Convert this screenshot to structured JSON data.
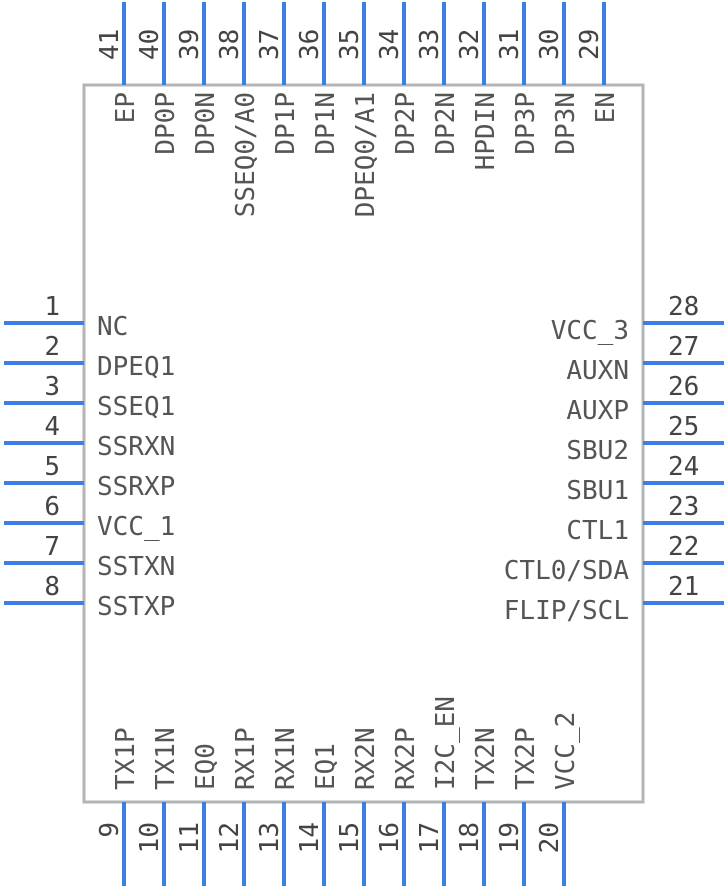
{
  "colors": {
    "pin": "#3d7ee6",
    "body_border": "#b5b5b5",
    "text": "#555555"
  },
  "left_pins": [
    {
      "num": "1",
      "label": "NC"
    },
    {
      "num": "2",
      "label": "DPEQ1"
    },
    {
      "num": "3",
      "label": "SSEQ1"
    },
    {
      "num": "4",
      "label": "SSRXN"
    },
    {
      "num": "5",
      "label": "SSRXP"
    },
    {
      "num": "6",
      "label": "VCC_1"
    },
    {
      "num": "7",
      "label": "SSTXN"
    },
    {
      "num": "8",
      "label": "SSTXP"
    }
  ],
  "right_pins": [
    {
      "num": "28",
      "label": "VCC_3"
    },
    {
      "num": "27",
      "label": "AUXN"
    },
    {
      "num": "26",
      "label": "AUXP"
    },
    {
      "num": "25",
      "label": "SBU2"
    },
    {
      "num": "24",
      "label": "SBU1"
    },
    {
      "num": "23",
      "label": "CTL1"
    },
    {
      "num": "22",
      "label": "CTL0/SDA"
    },
    {
      "num": "21",
      "label": "FLIP/SCL"
    }
  ],
  "top_pins": [
    {
      "num": "41",
      "label": "EP"
    },
    {
      "num": "40",
      "label": "DP0P"
    },
    {
      "num": "39",
      "label": "DP0N"
    },
    {
      "num": "38",
      "label": "SSEQ0/A0"
    },
    {
      "num": "37",
      "label": "DP1P"
    },
    {
      "num": "36",
      "label": "DP1N"
    },
    {
      "num": "35",
      "label": "DPEQ0/A1"
    },
    {
      "num": "34",
      "label": "DP2P"
    },
    {
      "num": "33",
      "label": "DP2N"
    },
    {
      "num": "32",
      "label": "HPDIN"
    },
    {
      "num": "31",
      "label": "DP3P"
    },
    {
      "num": "30",
      "label": "DP3N"
    },
    {
      "num": "29",
      "label": "EN"
    }
  ],
  "bottom_pins": [
    {
      "num": "9",
      "label": "TX1P"
    },
    {
      "num": "10",
      "label": "TX1N"
    },
    {
      "num": "11",
      "label": "EQ0"
    },
    {
      "num": "12",
      "label": "RX1P"
    },
    {
      "num": "13",
      "label": "RX1N"
    },
    {
      "num": "14",
      "label": "EQ1"
    },
    {
      "num": "15",
      "label": "RX2N"
    },
    {
      "num": "16",
      "label": "RX2P"
    },
    {
      "num": "17",
      "label": "I2C_EN"
    },
    {
      "num": "18",
      "label": "TX2N"
    },
    {
      "num": "19",
      "label": "TX2P"
    },
    {
      "num": "20",
      "label": "VCC_2"
    }
  ]
}
